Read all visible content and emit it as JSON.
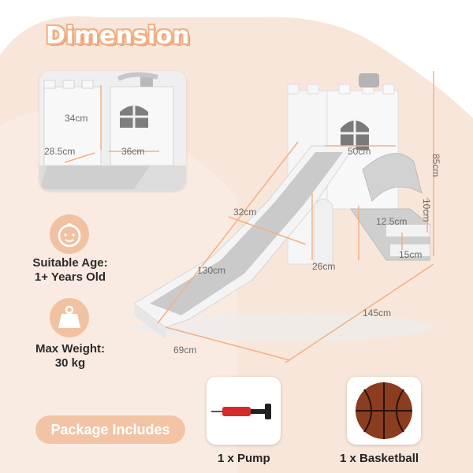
{
  "title": "Dimension",
  "colors": {
    "accent": "#f2c4a5",
    "slide": "#c9c9c9",
    "castle": "#f6f6f6"
  },
  "inset_dims": {
    "height": "34cm",
    "depth": "28.5cm",
    "width": "36cm"
  },
  "main_dims": {
    "slide_width": "32cm",
    "height_total": "85cm",
    "platform": "50cm",
    "step_height": "10cm",
    "step_rise": "12.5cm",
    "step_depth": "15cm",
    "door": "26cm",
    "slide_length": "130cm",
    "total_length": "145cm",
    "total_width": "69cm"
  },
  "info": {
    "age_label": "Suitable Age:",
    "age_value": "1+ Years Old",
    "weight_label": "Max Weight:",
    "weight_value": "30 kg",
    "age_icon": "baby-face-icon",
    "weight_icon": "weight-icon"
  },
  "package": {
    "label": "Package Includes",
    "items": [
      {
        "name": "1 x Pump",
        "icon": "pump-icon"
      },
      {
        "name": "1 x Basketball",
        "icon": "basketball-icon"
      }
    ]
  }
}
